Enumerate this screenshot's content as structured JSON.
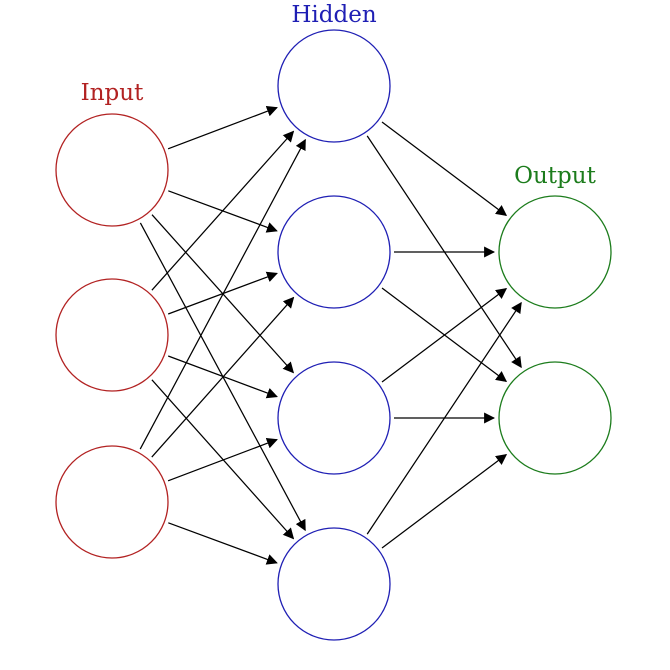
{
  "colors": {
    "input": "#b22222",
    "hidden": "#1f1fb4",
    "output": "#1c7c1c",
    "edge": "#000000",
    "background": "#ffffff"
  },
  "layers": [
    {
      "key": "input",
      "label": "Input",
      "node_count": 3
    },
    {
      "key": "hidden",
      "label": "Hidden",
      "node_count": 4
    },
    {
      "key": "output",
      "label": "Output",
      "node_count": 2
    }
  ],
  "connections": "fully-connected between consecutive layers; arrows point forward"
}
